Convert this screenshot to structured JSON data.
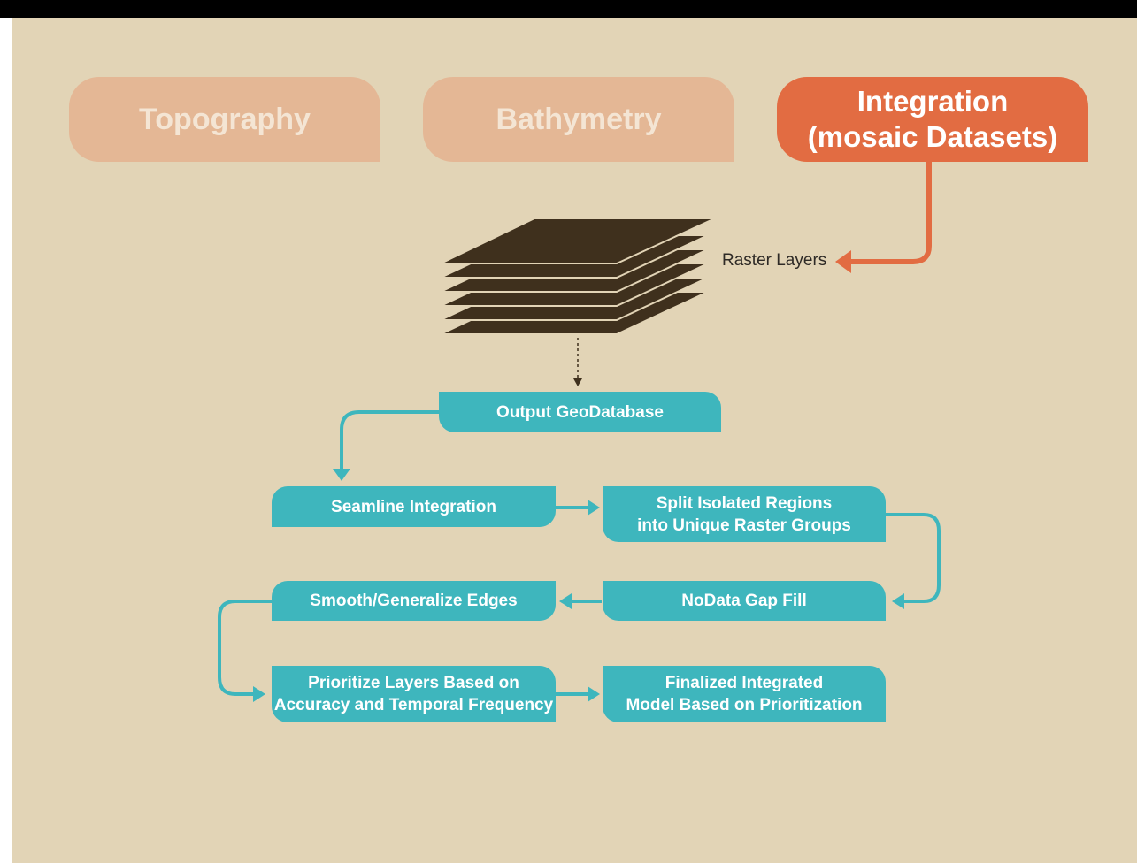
{
  "tabs": {
    "topography": "Topography",
    "bathymetry": "Bathymetry",
    "integration_line1": "Integration",
    "integration_line2": "(mosaic Datasets)"
  },
  "raster_layers_label": "Raster Layers",
  "steps": {
    "output_geodatabase": "Output GeoDatabase",
    "seamline_integration": "Seamline Integration",
    "split_line1": "Split Isolated Regions",
    "split_line2": "into Unique Raster Groups",
    "nodata_gap_fill": "NoData Gap Fill",
    "smooth_generalize": "Smooth/Generalize Edges",
    "prioritize_line1": "Prioritize Layers Based on",
    "prioritize_line2": "Accuracy and Temporal Frequency",
    "finalized_line1": "Finalized Integrated",
    "finalized_line2": "Model Based on Prioritization"
  },
  "colors": {
    "background": "#e2d4b6",
    "tab_inactive": "#e4b795",
    "tab_active": "#e26c42",
    "process_box": "#3eb6bd",
    "layer_stack": "#3f301d"
  }
}
